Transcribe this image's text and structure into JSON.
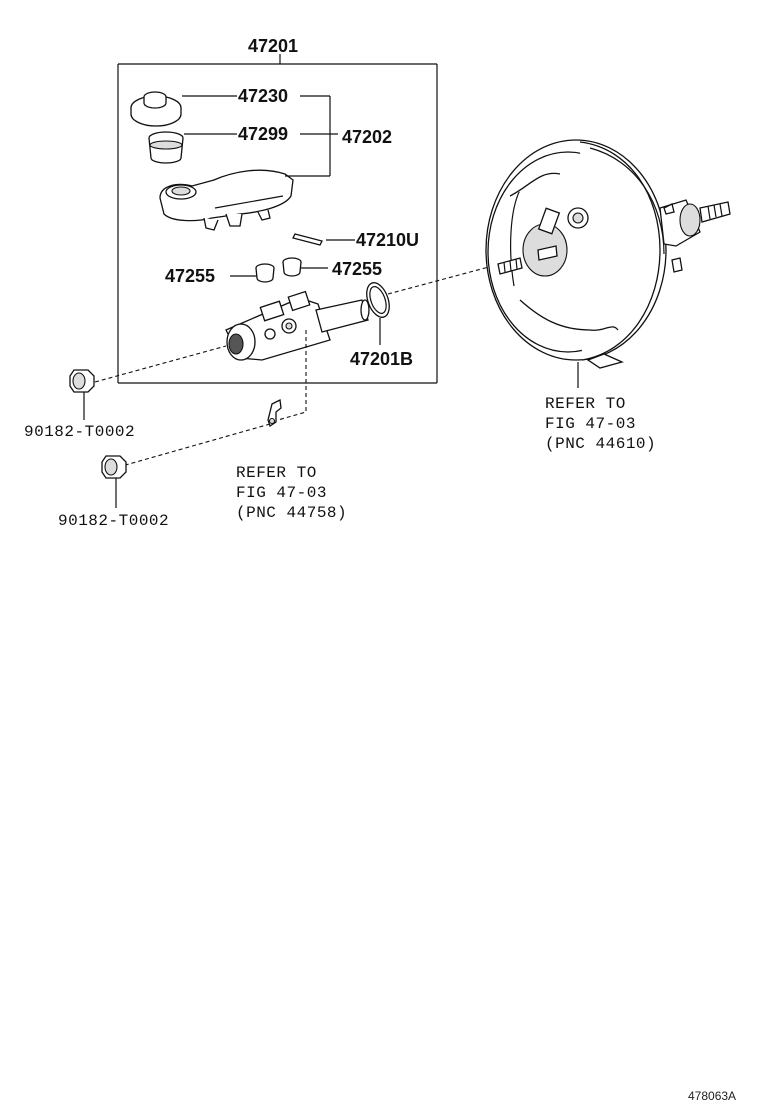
{
  "labels": {
    "assembly": "47201",
    "reservoir_cap": "47230",
    "strainer": "47299",
    "reservoir_kit": "47202",
    "pin": "47210U",
    "grommet_left": "47255",
    "grommet_right": "47255",
    "o_ring": "47201B",
    "nut_upper": "90182-T0002",
    "nut_lower": "90182-T0002"
  },
  "refer_booster": {
    "line1": "REFER TO",
    "line2": "FIG 47-03",
    "line3": "(PNC 44610)"
  },
  "refer_bracket": {
    "line1": "REFER TO",
    "line2": "FIG 47-03",
    "line3": "(PNC 44758)"
  },
  "figure_id": "478063A"
}
